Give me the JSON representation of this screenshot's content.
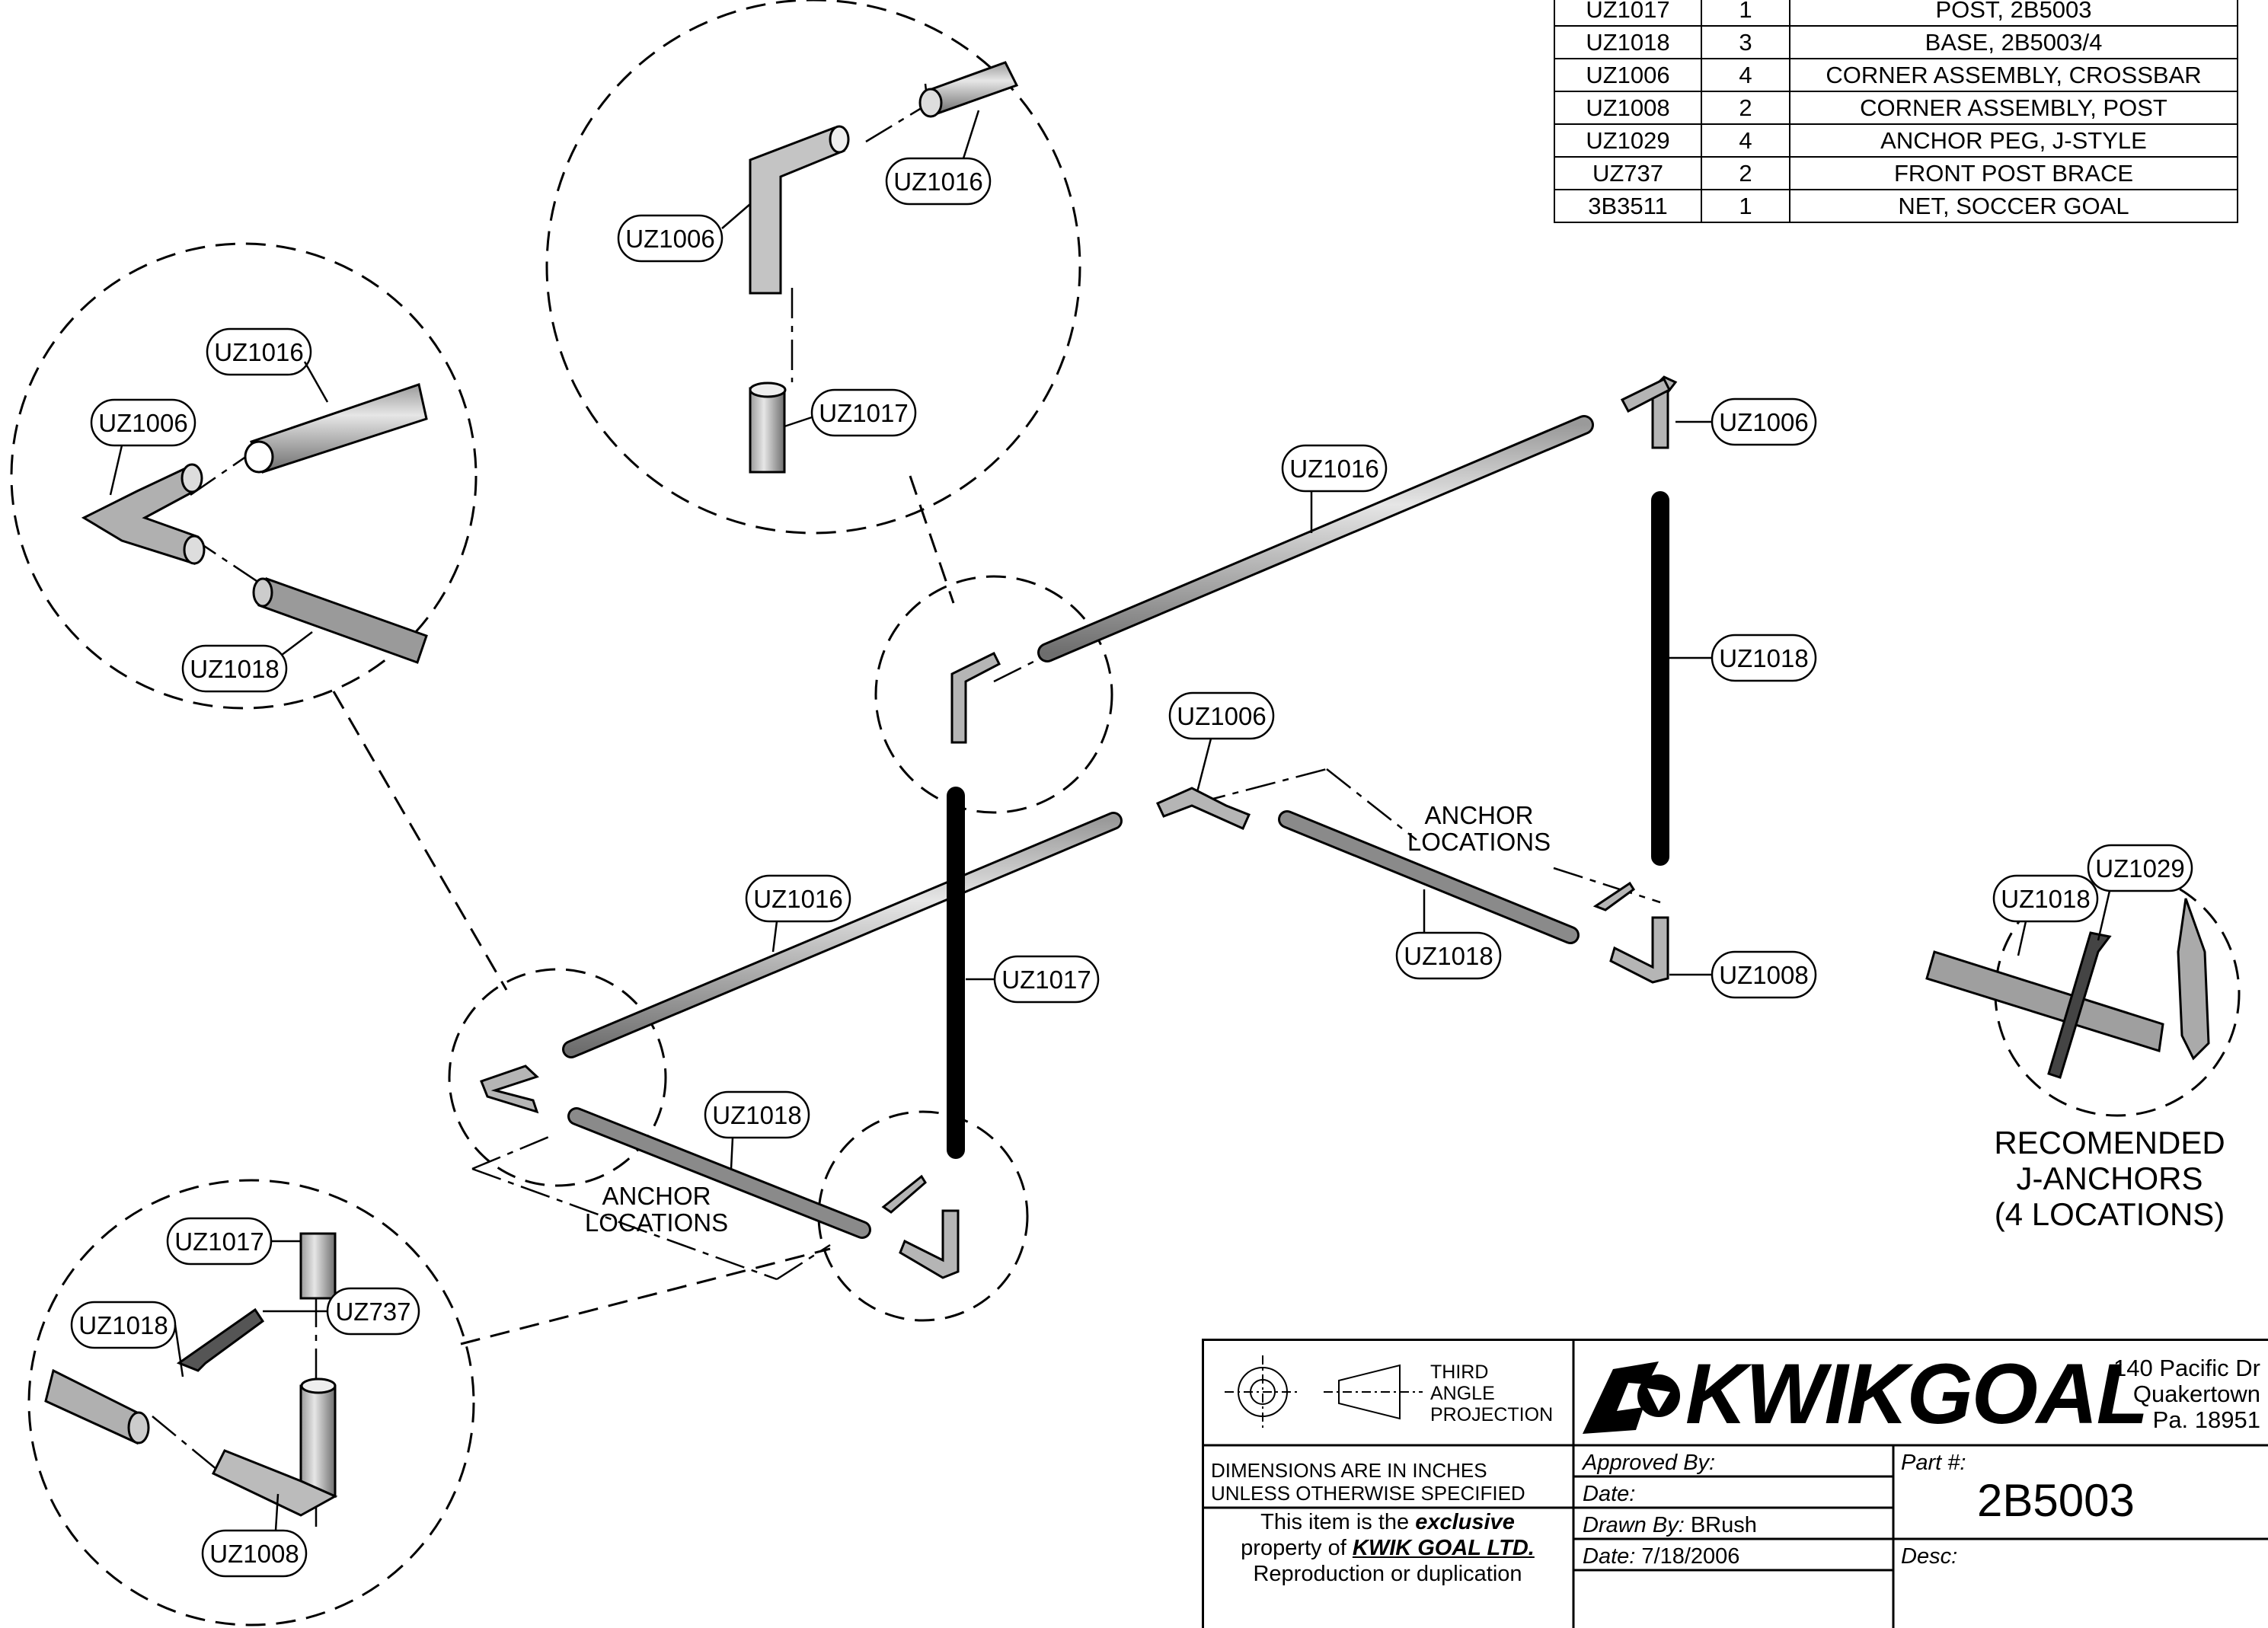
{
  "bom": [
    {
      "part": "UZ1017",
      "qty": "1",
      "desc": "POST, 2B5003"
    },
    {
      "part": "UZ1018",
      "qty": "3",
      "desc": "BASE, 2B5003/4"
    },
    {
      "part": "UZ1006",
      "qty": "4",
      "desc": "CORNER ASSEMBLY, CROSSBAR"
    },
    {
      "part": "UZ1008",
      "qty": "2",
      "desc": "CORNER ASSEMBLY, POST"
    },
    {
      "part": "UZ1029",
      "qty": "4",
      "desc": "ANCHOR PEG, J-STYLE"
    },
    {
      "part": "UZ737",
      "qty": "2",
      "desc": "FRONT POST BRACE"
    },
    {
      "part": "3B3511",
      "qty": "1",
      "desc": "NET, SOCCER GOAL"
    }
  ],
  "callouts": {
    "top_detail": [
      "UZ1006",
      "UZ1016",
      "UZ1017"
    ],
    "left_detail": [
      "UZ1016",
      "UZ1006",
      "UZ1018"
    ],
    "main": [
      "UZ1016",
      "UZ1006",
      "UZ1018",
      "UZ1006",
      "UZ1016",
      "UZ1017",
      "UZ1018",
      "UZ1018",
      "UZ1008"
    ],
    "bottom_detail": [
      "UZ1017",
      "UZ1018",
      "UZ737",
      "UZ1008"
    ],
    "anchor_detail": [
      "UZ1018",
      "UZ1029"
    ]
  },
  "anchor_locations": [
    "ANCHOR",
    "LOCATIONS"
  ],
  "recommended": [
    "RECOMENDED",
    "J-ANCHORS",
    "(4 LOCATIONS)"
  ],
  "title_block": {
    "projection": [
      "THIRD",
      "ANGLE",
      "PROJECTION"
    ],
    "logo": "KWIKGOAL",
    "address": [
      "140 Pacific Dr",
      "Quakertown",
      "Pa. 18951"
    ],
    "dims_note": [
      "DIMENSIONS ARE IN INCHES",
      "UNLESS OTHERWISE SPECIFIED"
    ],
    "exclusive_prefix": "This item is the",
    "exclusive_word": "exclusive",
    "property_prefix": "property of",
    "company": "KWIK GOAL LTD.",
    "repro": "Reproduction or duplication",
    "approved_label": "Approved By:",
    "date_label": "Date:",
    "drawn_label": "Drawn By:",
    "drawn_value": "BRush",
    "date2_label": "Date:",
    "date2_value": "7/18/2006",
    "part_label": "Part #:",
    "part_value": "2B5003",
    "desc_label": "Desc:"
  },
  "colors": {
    "line": "#000000",
    "tube_light": "#d9d9d9",
    "tube_dark": "#7a7a7a",
    "bg": "#ffffff"
  }
}
